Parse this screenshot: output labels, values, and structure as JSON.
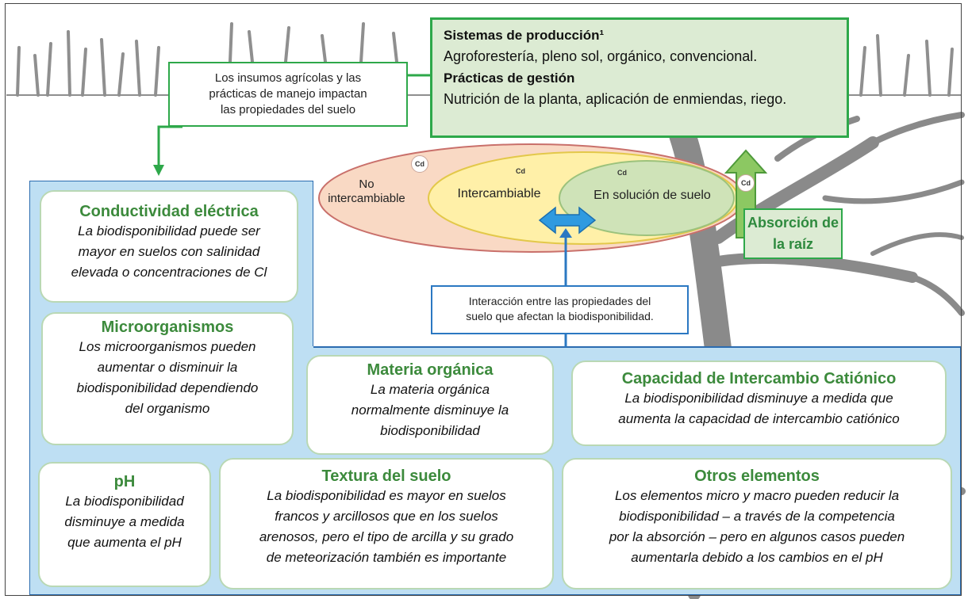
{
  "production": {
    "heading1": "Sistemas de producción¹",
    "text1": "Agroforestería, pleno sol, orgánico, convencional.",
    "heading2": "Prácticas de gestión",
    "text2": "Nutrición de la planta, aplicación de enmiendas, riego."
  },
  "inputs_note": {
    "line1": "Los insumos agrícolas y las",
    "line2": "prácticas de manejo impactan",
    "line3": "las propiedades del suelo"
  },
  "pools": {
    "non_exchangeable_1": "No",
    "non_exchangeable_2": "intercambiable",
    "exchangeable": "Intercambiable",
    "solution": "En solución de suelo",
    "cd_badge": "Cd"
  },
  "root_uptake": {
    "line1": "Absorción de",
    "line2": "la raíz"
  },
  "interaction_note": {
    "line1": "Interacción entre las propiedades del",
    "line2": "suelo que afectan la biodisponibilidad."
  },
  "factors": {
    "conductivity": {
      "title": "Conductividad  eléctrica",
      "lines": [
        "La biodisponibilidad puede ser",
        "mayor en suelos con salinidad",
        "elevada o concentraciones de Cl"
      ]
    },
    "microorganisms": {
      "title": "Microorganismos",
      "lines": [
        "Los microorganismos pueden",
        "aumentar o disminuir la",
        "biodisponibilidad dependiendo",
        "del organismo"
      ]
    },
    "organic_matter": {
      "title": "Materia orgánica",
      "lines": [
        "La materia orgánica",
        "normalmente disminuye la",
        "biodisponibilidad"
      ]
    },
    "cec": {
      "title": "Capacidad de Intercambio Catiónico",
      "lines": [
        "La biodisponibilidad disminuye a medida que",
        "aumenta la capacidad de intercambio catiónico"
      ]
    },
    "ph": {
      "title": "pH",
      "lines": [
        "La biodisponibilidad",
        "disminuye a medida",
        "que aumenta el pH"
      ]
    },
    "texture": {
      "title": "Textura del suelo",
      "lines": [
        "La biodisponibilidad es mayor en suelos",
        "francos y arcillosos que en los suelos",
        "arenosos, pero el tipo de arcilla y su grado",
        "de meteorización también es importante"
      ]
    },
    "other": {
      "title": "Otros elementos",
      "lines": [
        "Los elementos micro y macro pueden reducir la",
        "biodisponibilidad – a través de la competencia",
        "por la absorción – pero en algunos casos pueden",
        "aumentarla debido a los cambios en el pH"
      ]
    }
  },
  "colors": {
    "green_border": "#2ea84a",
    "blue_panel": "#bedff3",
    "blue_border": "#2b6cb0",
    "heading_green": "#3c8a3c",
    "root_gray": "#8a8a8a"
  }
}
